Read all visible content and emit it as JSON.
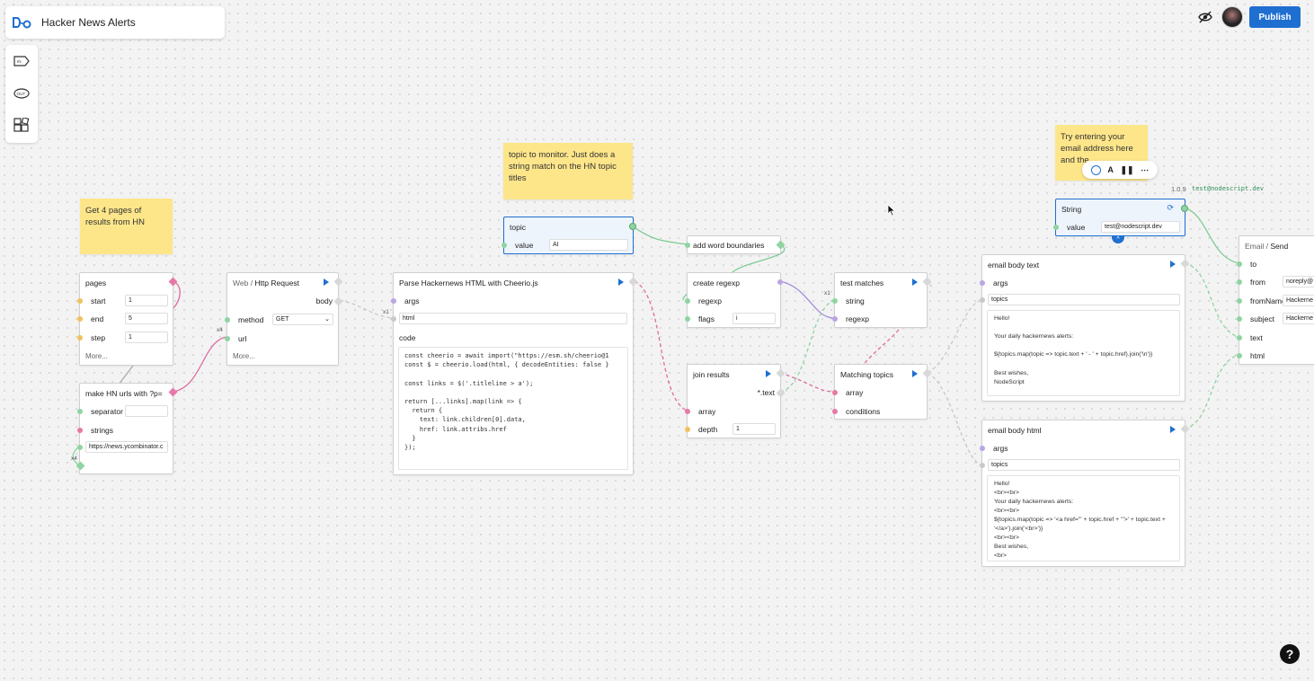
{
  "app": {
    "title": "Hacker News Alerts",
    "publish_label": "Publish",
    "help_label": "?"
  },
  "toolbar": {
    "icons": [
      "input-node-icon",
      "output-node-icon",
      "modules-icon"
    ],
    "in_label": "IN",
    "out_label": "OUT"
  },
  "notes": {
    "pages": "Get 4 pages of results from HN",
    "topic": "topic to monitor. Just does a string match on the HN topic titles",
    "email": "Try entering your email address here and the"
  },
  "nodes": {
    "pages": {
      "title": "pages",
      "start_label": "start",
      "start": "1",
      "end_label": "end",
      "end": "5",
      "step_label": "step",
      "step": "1",
      "more": "More..."
    },
    "make_urls": {
      "title": "make HN urls with ?p=",
      "separator_label": "separator",
      "separator": "",
      "strings_label": "strings",
      "url": "https://news.ycombinator.c",
      "count": "x4"
    },
    "http": {
      "title_ns": "Web",
      "title_sep": " / ",
      "title": "Http Request",
      "body_label": "body",
      "method_label": "method",
      "method": "GET",
      "url_label": "url",
      "more": "More...",
      "count": "x4"
    },
    "parse": {
      "title": "Parse Hackernews HTML with Cheerio.js",
      "args_label": "args",
      "html_label": "html",
      "code_label": "code",
      "count": "x1",
      "code": [
        "const cheerio = await import(\"https://esm.sh/cheerio@1",
        "const $ = cheerio.load(html, { decodeEntities: false }",
        "",
        "const links = $('.titleline > a');",
        "",
        "return [...links].map(link => {",
        "  return {",
        "    text: link.children[0].data,",
        "    href: link.attribs.href",
        "  }",
        "});"
      ]
    },
    "topic": {
      "title": "topic",
      "value_label": "value",
      "value": "AI"
    },
    "word_boundaries": {
      "title": "add word boundaries"
    },
    "create_regexp": {
      "title": "create regexp",
      "regexp_label": "regexp",
      "flags_label": "flags",
      "flags": "i"
    },
    "join_results": {
      "title": "join results",
      "text_label": "*.text",
      "array_label": "array",
      "depth_label": "depth",
      "depth": "1"
    },
    "test_matches": {
      "title": "test matches",
      "string_label": "string",
      "regexp_label": "regexp",
      "count": "x1"
    },
    "matching_topics": {
      "title": "Matching topics",
      "array_label": "array",
      "conditions_label": "conditions"
    },
    "string": {
      "title": "String",
      "value_label": "value",
      "value": "test@nodescript.dev",
      "version": "1.0.9",
      "result": "test@nodescript.dev"
    },
    "email_text": {
      "title": "email body text",
      "args_label": "args",
      "topics_label": "topics",
      "body": [
        "Hello!",
        "",
        "Your daily hackernews alerts:",
        "",
        "${topics.map(topic => topic.text + ' - ' + topic.href).join('\\n')}",
        "",
        "Best wishes,",
        "NodeScript"
      ]
    },
    "email_html": {
      "title": "email body html",
      "args_label": "args",
      "topics_label": "topics",
      "body": [
        "Hello!",
        "<br><br>",
        "Your daily hackernews alerts:",
        "<br><br>",
        "${topics.map(topic => '<a href=\"' + topic.href + '\">' + topic.text +",
        "'</a>').join('<br>')}",
        "<br><br>",
        "Best wishes,",
        "<br>"
      ]
    },
    "email_send": {
      "title_ns": "Email",
      "title_sep": " / ",
      "title": "Send",
      "to_label": "to",
      "from_label": "from",
      "from": "noreply@",
      "fromname_label": "fromName",
      "fromname": "Hackerne",
      "subject_label": "subject",
      "subject": "Hackerne",
      "text_label": "text",
      "html_label": "html"
    }
  },
  "floatbar": {
    "text_label": "A"
  },
  "colors": {
    "accent": "#1f6fd1",
    "note": "#fde68a",
    "wire_green": "#7ccc93",
    "wire_pink": "#df6b9f",
    "wire_purple": "#a78be0",
    "wire_grey": "#c8c8c8"
  }
}
